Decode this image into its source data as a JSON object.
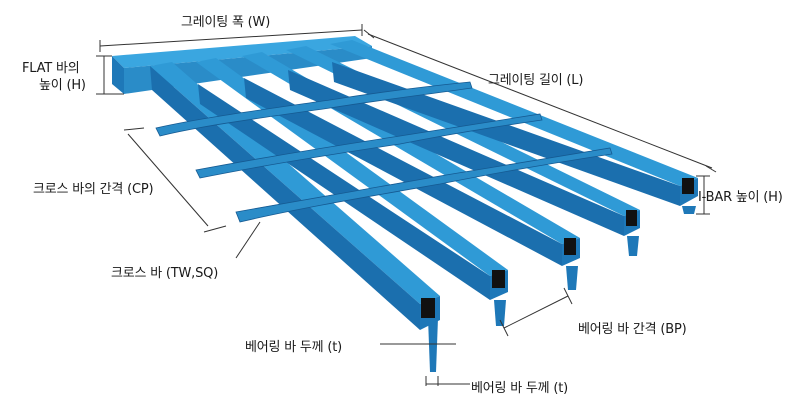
{
  "labels": {
    "grating_width": "그레이팅 폭 (W)",
    "flat_bar_height_line1": "FLAT 바의",
    "flat_bar_height_line2": "높이 (H)",
    "grating_length": "그레이팅 길이 (L)",
    "cross_bar_pitch": "크로스 바의 간격 (CP)",
    "i_bar_height": "I-BAR 높이 (H)",
    "cross_bar_type": "크로스 바 (TW,SQ)",
    "bearing_bar_pitch": "베어링 바 간격 (BP)",
    "bearing_bar_thickness_1": "베어링 바 두께 (t)",
    "bearing_bar_thickness_2": "베어링 바 두께 (t)"
  },
  "colors": {
    "bar_top": "#2f9ad6",
    "bar_side": "#1e78b8",
    "bar_dark": "#155a92",
    "cross_bar": "#2a8cc8",
    "end_cap": "#111111",
    "dimension_line": "#333333"
  }
}
